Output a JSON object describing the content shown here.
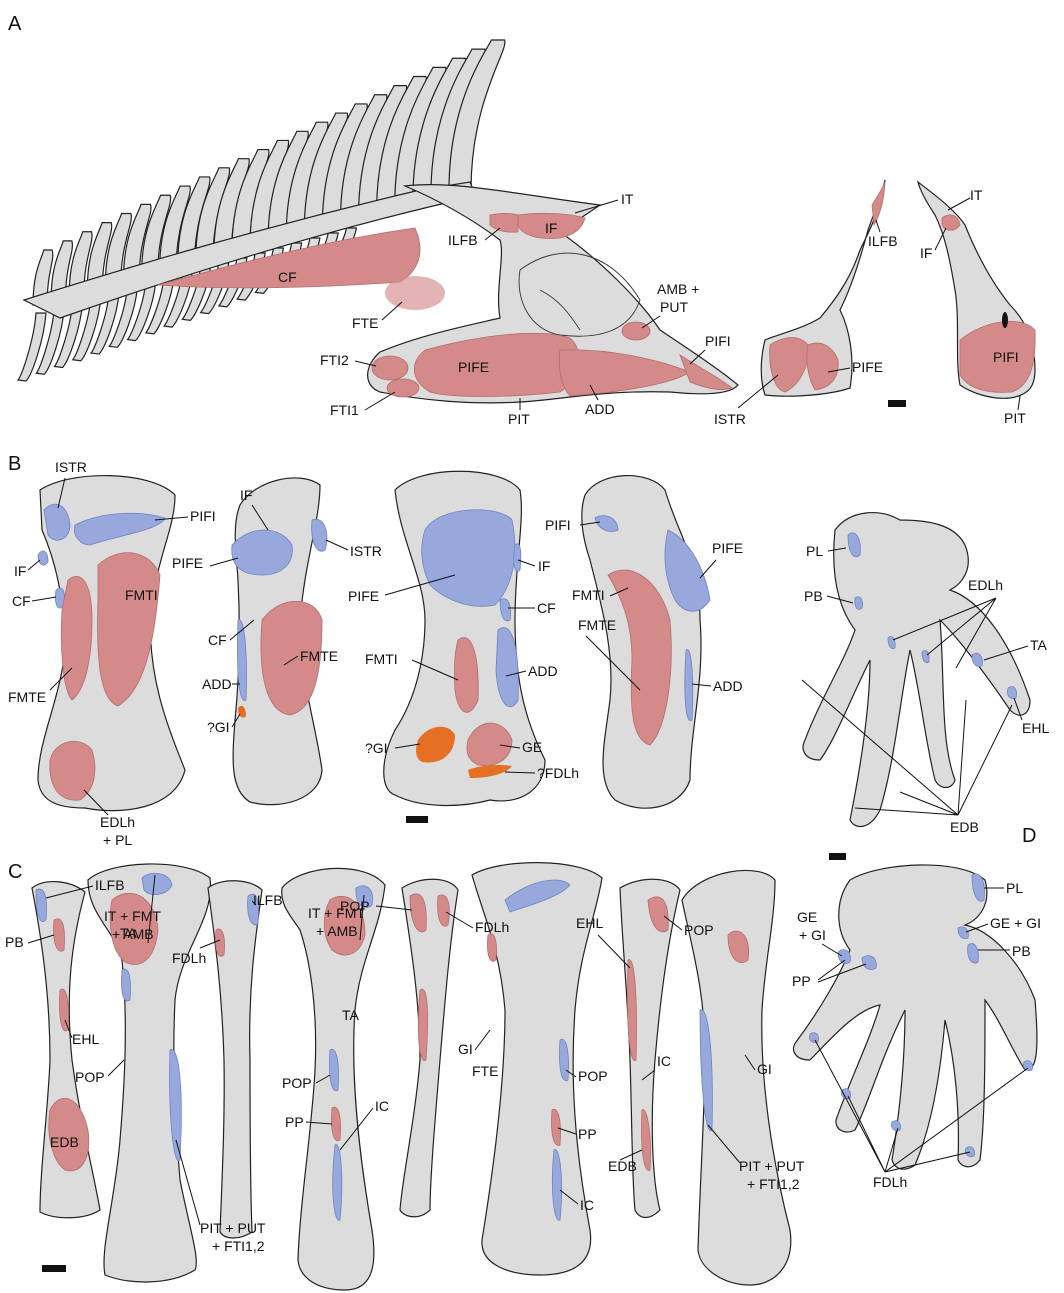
{
  "panels": {
    "A": "A",
    "B": "B",
    "C": "C",
    "D": "D"
  },
  "colors": {
    "bone": "#dcdcdc",
    "muscle_red": "#d58a8a",
    "muscle_blue": "#97a9dc",
    "muscle_orange": "#e56f22",
    "outline": "#222222"
  },
  "labels": {
    "a": {
      "it": "IT",
      "ilfb": "ILFB",
      "if": "IF",
      "cf": "CF",
      "fte": "FTE",
      "amb_put_1": "AMB +",
      "amb_put_2": "PUT",
      "pifi": "PIFI",
      "fti2": "FTI2",
      "pife": "PIFE",
      "fti1": "FTI1",
      "pit": "PIT",
      "add": "ADD",
      "r_ilfb": "ILFB",
      "r_pife": "PIFE",
      "r_istr": "ISTR",
      "l_it": "IT",
      "l_if": "IF",
      "l_pifi": "PIFI",
      "l_pit": "PIT"
    },
    "b": {
      "istr": "ISTR",
      "pifi": "PIFI",
      "if": "IF",
      "cf": "CF",
      "fmti": "FMTI",
      "fmte": "FMTE",
      "edlh_pl_1": "EDLh",
      "edlh_pl_2": "+ PL",
      "b2_if": "IF",
      "b2_istr": "ISTR",
      "b2_pife": "PIFE",
      "b2_cf": "CF",
      "b2_fmte": "FMTE",
      "b2_add": "ADD",
      "b2_gi": "?GI",
      "b3_pife": "PIFE",
      "b3_if": "IF",
      "b3_cf": "CF",
      "b3_fmti": "FMTI",
      "b3_add": "ADD",
      "b3_gi": "?GI",
      "b3_ge": "GE",
      "b3_fdlh": "?FDLh",
      "b4_pifi": "PIFI",
      "b4_pife": "PIFE",
      "b4_fmti": "FMTI",
      "b4_fmte": "FMTE",
      "b4_add": "ADD",
      "f_pl": "PL",
      "f_pb": "PB",
      "f_edlh": "EDLh",
      "f_ta": "TA",
      "f_ehl": "EHL",
      "f_edb": "EDB"
    },
    "c": {
      "c1_ilfb": "ILFB",
      "c1_pb": "PB",
      "c1_ehl": "EHL",
      "c1_edb": "EDB",
      "c2_it_1": "IT + FMT",
      "c2_it_2": "+ AMB",
      "c2_fdlh": "FDLh",
      "c2_ta": "TA",
      "c2_pop": "POP",
      "c2_pit_1": "PIT + PUT",
      "c2_pit_2": "+ FTI1,2",
      "c3_ilfb": "ILFB",
      "c4_it_1": "IT + FMT",
      "c4_it_2": "+ AMB",
      "c4_ta": "TA",
      "c4_pop": "POP",
      "c4_pp": "PP",
      "c4_ic": "IC",
      "c5_pop": "POP",
      "c5_fdlh": "FDLh",
      "c6_gi": "GI",
      "c6_fte": "FTE",
      "c6_pop": "POP",
      "c6_pp": "PP",
      "c6_ic": "IC",
      "c7_ehl": "EHL",
      "c7_pop": "POP",
      "c7_ic": "IC",
      "c7_edb": "EDB",
      "c8_gi": "GI",
      "c8_pit_1": "PIT + PUT",
      "c8_pit_2": "+ FTI1,2"
    },
    "d": {
      "pl": "PL",
      "ge_gi_1": "GE",
      "ge_gi_2": "+ GI",
      "ge_gi_r": "GE + GI",
      "pb": "PB",
      "pp": "PP",
      "fdlh": "FDLh"
    }
  }
}
